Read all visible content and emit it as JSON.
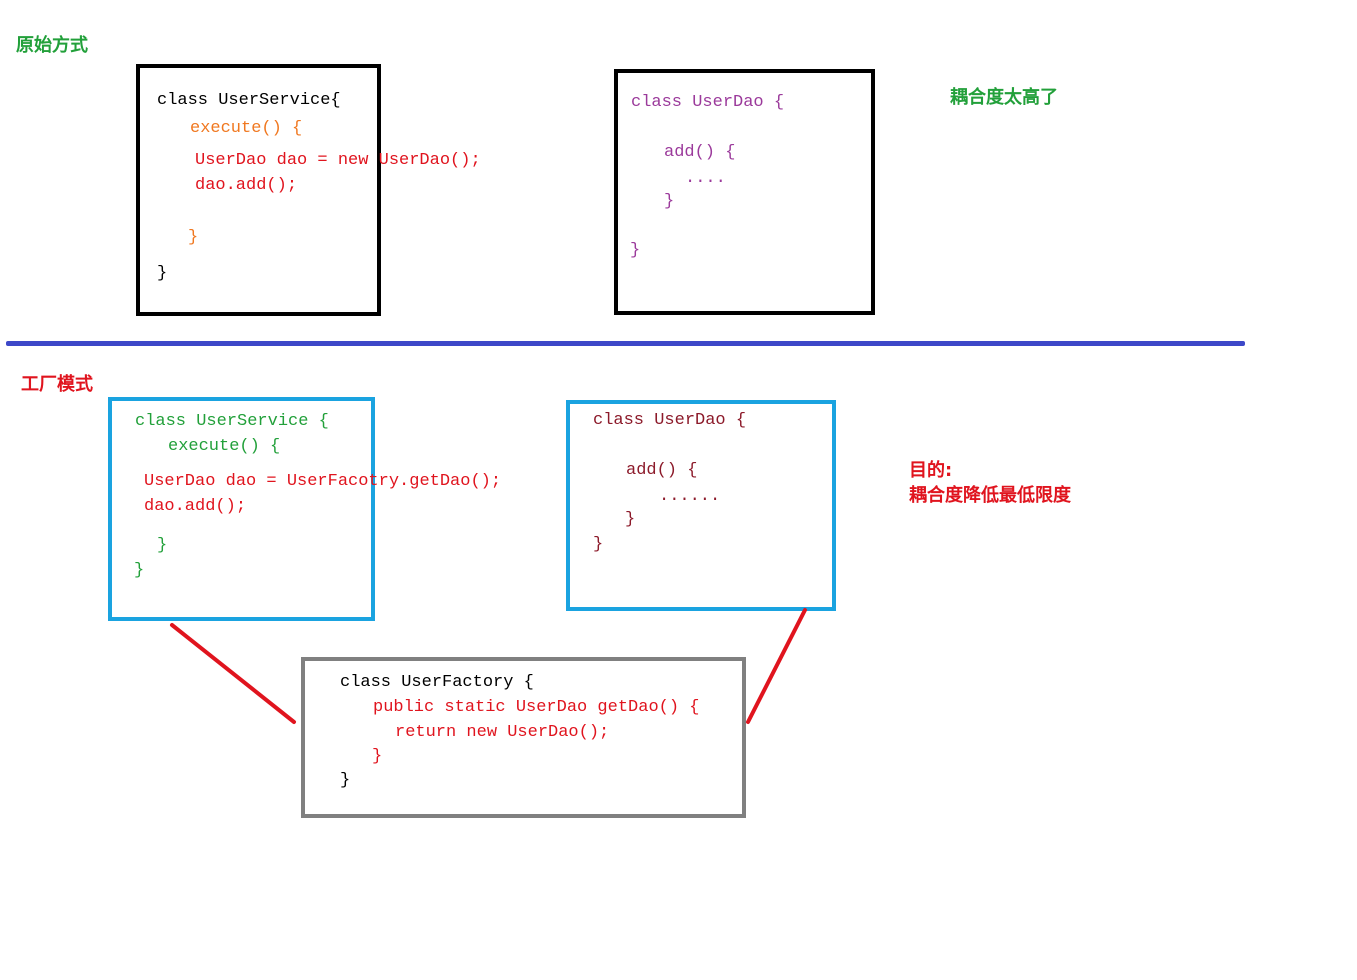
{
  "top": {
    "section_label": "原始方式",
    "comment": "耦合度太高了",
    "service": {
      "class_line": "class UserService{",
      "method_open": "execute() {",
      "stmt1": "UserDao dao = new UserDao();",
      "stmt2": "dao.add();",
      "method_close": "}",
      "class_close": "}"
    },
    "dao": {
      "class_line": "class UserDao {",
      "method_open": "add() {",
      "body": "....",
      "method_close": "}",
      "class_close": "}"
    }
  },
  "bottom": {
    "section_label": "工厂模式",
    "goal_title": "目的:",
    "goal_text": "耦合度降低最低限度",
    "service": {
      "class_line": "class UserService {",
      "method_open": "execute() {",
      "stmt1": "UserDao dao = UserFacotry.getDao();",
      "stmt2": "dao.add();",
      "method_close": "}",
      "class_close": "}"
    },
    "dao": {
      "class_line": "class UserDao {",
      "method_open": "add() {",
      "body": "......",
      "method_close": "}",
      "class_close": "}"
    },
    "factory": {
      "class_line": "class UserFactory {",
      "method_open": "public static UserDao getDao() {",
      "stmt": "return new UserDao();",
      "method_close": "}",
      "class_close": "}"
    }
  },
  "colors": {
    "green": "#22a03a",
    "red": "#e0141e",
    "orange": "#f07820",
    "purple": "#9b3a9b",
    "dark_red": "#8c1a2a",
    "black": "#000000",
    "blue_divider": "#3d48c8",
    "cyan_border": "#1aa3e0",
    "gray_border": "#808080"
  }
}
